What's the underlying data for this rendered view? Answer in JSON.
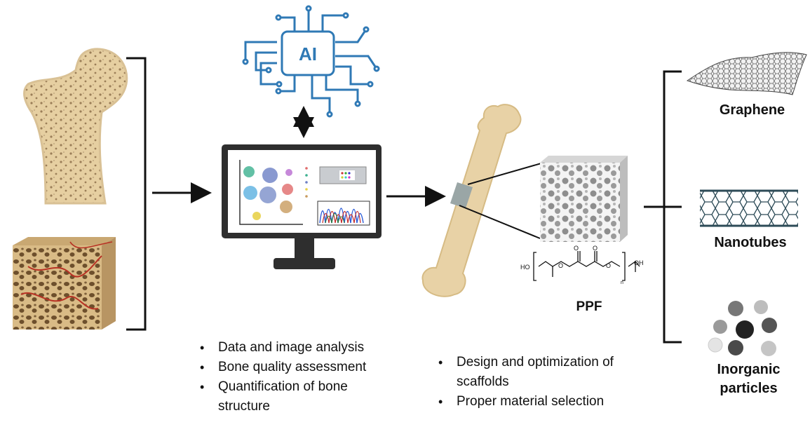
{
  "ai_badge": "AI",
  "ppf_label": "PPF",
  "materials": [
    {
      "label": "Graphene"
    },
    {
      "label": "Nanotubes"
    },
    {
      "label": "Inorganic\nparticles"
    }
  ],
  "left_bullets": [
    "Data and image analysis",
    "Bone quality assessment",
    "Quantification of bone\nstructure"
  ],
  "right_bullets": [
    "Design and optimization of\nscaffolds",
    "Proper material selection"
  ],
  "chemical_labels": {
    "ho_left": "HO",
    "oh_right": "OH",
    "o1": "O",
    "o2": "O",
    "o3": "O",
    "o4": "O",
    "n": "n"
  },
  "colors": {
    "ai_blue": "#2f79b5",
    "bone": "#e8d2a6",
    "bone_pore": "#8a6e4c",
    "vessel": "#b83224",
    "band": "#9aa6a6",
    "graphene": "#6b6b6b",
    "nanotube": "#2d4b57"
  }
}
